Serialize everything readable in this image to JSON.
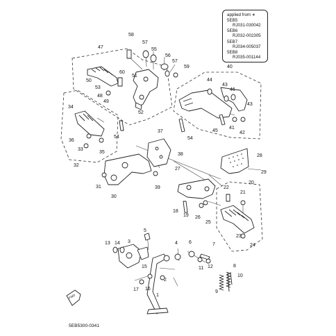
{
  "applied_from": {
    "title": "applied from",
    "rows": [
      {
        "model": "5EB5",
        "range": "RJ031-030042"
      },
      {
        "model": "5EB6",
        "range": "RJ032-002305"
      },
      {
        "model": "5EB7",
        "range": "RJ034-005037"
      },
      {
        "model": "5EB8",
        "range": "RJ035-001144"
      }
    ]
  },
  "fwd_label": "FWD",
  "diagram_code": "5EB5300-0341",
  "labels": [
    "1",
    "2",
    "3",
    "4",
    "5",
    "6",
    "7",
    "8",
    "9",
    "10",
    "11",
    "12",
    "13",
    "14",
    "15",
    "16",
    "17",
    "18",
    "19",
    "20",
    "21",
    "22",
    "23",
    "24",
    "25",
    "26",
    "27",
    "28",
    "29",
    "30",
    "31",
    "32",
    "33",
    "34",
    "35",
    "36",
    "37",
    "38",
    "39",
    "40",
    "41",
    "42",
    "43",
    "44",
    "45",
    "46",
    "47",
    "48",
    "49",
    "50",
    "51",
    "52",
    "53",
    "54",
    "55",
    "56",
    "57",
    "58",
    "59",
    "60"
  ]
}
